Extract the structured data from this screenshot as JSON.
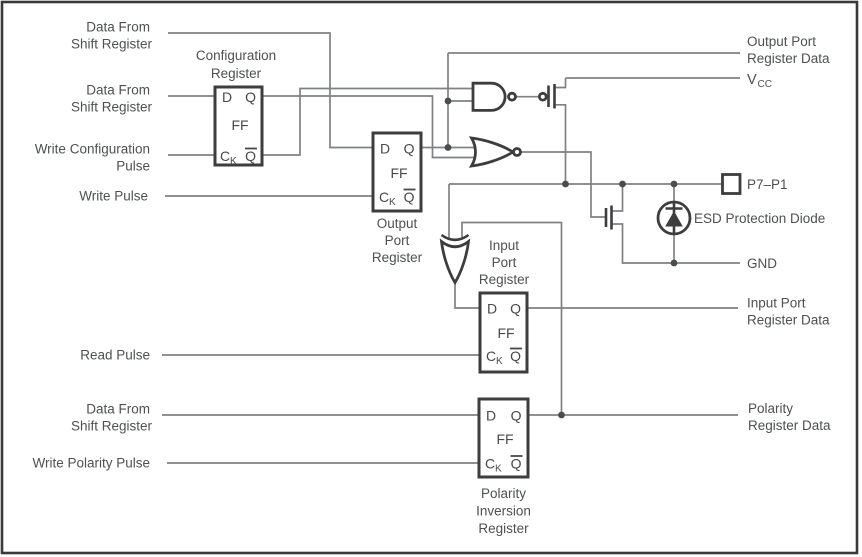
{
  "ff_pins": {
    "d": "D",
    "q": "Q",
    "ff": "FF",
    "ck_main": "C",
    "ck_sub": "K",
    "qbar": "Q"
  },
  "registers": {
    "configuration": {
      "caption_lines": [
        "Configuration",
        "Register"
      ]
    },
    "output": {
      "caption_lines": [
        "Output",
        "Port",
        "Register"
      ]
    },
    "input": {
      "caption_lines": [
        "Input",
        "Port",
        "Register"
      ]
    },
    "polarity": {
      "caption_lines": [
        "Polarity",
        "Inversion",
        "Register"
      ]
    }
  },
  "left_labels": {
    "data_from_shift_register_1": {
      "line1": "Data From",
      "line2": "Shift Register"
    },
    "data_from_shift_register_2": {
      "line1": "Data From",
      "line2": "Shift Register"
    },
    "write_configuration_pulse": {
      "line1": "Write Configuration",
      "line2": "Pulse"
    },
    "write_pulse": "Write Pulse",
    "read_pulse": "Read Pulse",
    "data_from_shift_register_3": {
      "line1": "Data From",
      "line2": "Shift Register"
    },
    "write_polarity_pulse": "Write Polarity Pulse"
  },
  "right_labels": {
    "output_port_register_data": {
      "line1": "Output Port",
      "line2": "Register Data"
    },
    "vcc": {
      "main": "V",
      "sub": "CC"
    },
    "port_pins": "P7–P1",
    "esd_protection_diode": "ESD Protection Diode",
    "gnd": "GND",
    "input_port_register_data": {
      "line1": "Input Port",
      "line2": "Register Data"
    },
    "polarity_register_data": {
      "line1": "Polarity",
      "line2": "Register Data"
    }
  },
  "colors": {
    "wire": "#7f8184",
    "component_stroke": "#3d3d3f",
    "text": "#4e5052",
    "background": "#ffffff"
  }
}
